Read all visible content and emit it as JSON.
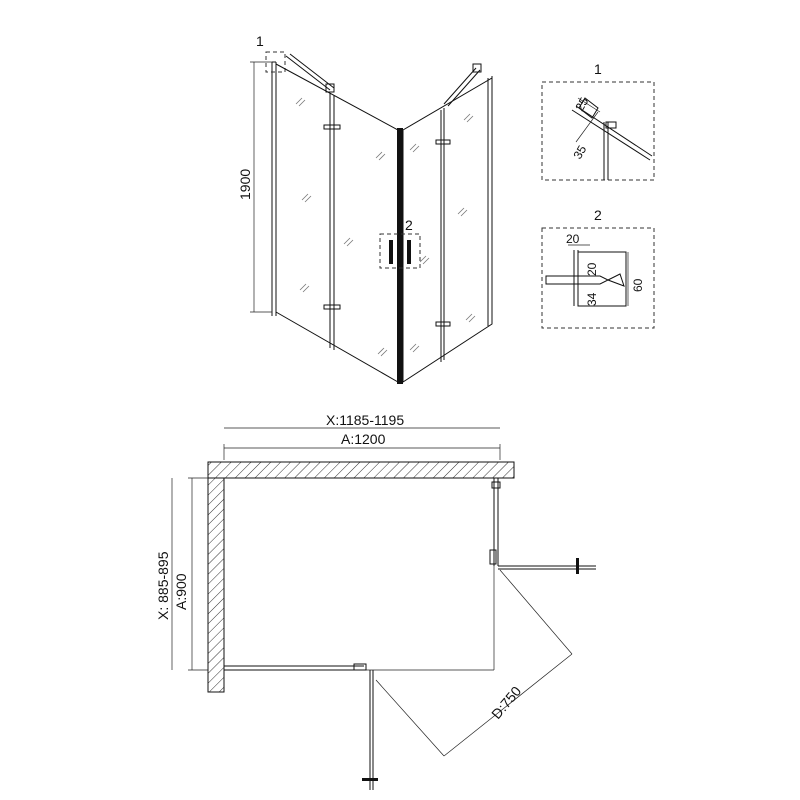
{
  "iso_view": {
    "height_dim": "1900",
    "callout_1": "1",
    "callout_2": "2"
  },
  "detail_1": {
    "title": "1",
    "dim_a": "25",
    "dim_b": "35"
  },
  "detail_2": {
    "title": "2",
    "dim_w": "20",
    "dim_h1": "20",
    "dim_h2": "34",
    "dim_total": "60"
  },
  "plan_view": {
    "width_range": "X:1185-1195",
    "width_nominal": "A:1200",
    "depth_range": "X: 885-895",
    "depth_nominal": "A:900",
    "door_swing": "D:750"
  }
}
